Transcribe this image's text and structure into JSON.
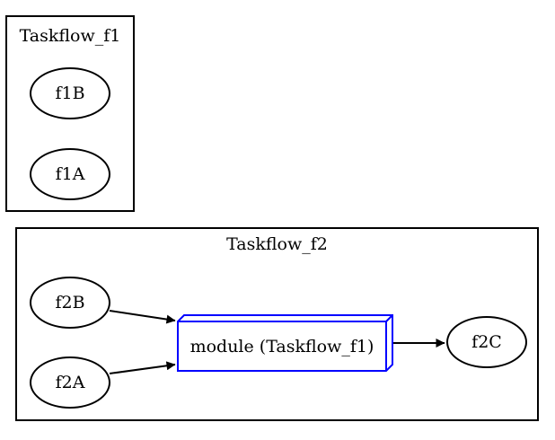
{
  "diagram": {
    "clusters": [
      {
        "id": "Taskflow_f1",
        "label": "Taskflow_f1",
        "nodes": [
          {
            "id": "f1B",
            "label": "f1B",
            "shape": "ellipse"
          },
          {
            "id": "f1A",
            "label": "f1A",
            "shape": "ellipse"
          }
        ]
      },
      {
        "id": "Taskflow_f2",
        "label": "Taskflow_f2",
        "nodes": [
          {
            "id": "f2B",
            "label": "f2B",
            "shape": "ellipse"
          },
          {
            "id": "f2A",
            "label": "f2A",
            "shape": "ellipse"
          },
          {
            "id": "module",
            "label": "module (Taskflow_f1)",
            "shape": "box3d"
          },
          {
            "id": "f2C",
            "label": "f2C",
            "shape": "ellipse"
          }
        ]
      }
    ],
    "edges": [
      {
        "from": "f2B",
        "to": "module"
      },
      {
        "from": "f2A",
        "to": "module"
      },
      {
        "from": "module",
        "to": "f2C"
      }
    ]
  },
  "colors": {
    "background": "#ffffff",
    "cluster_border": "#000000",
    "node_border": "#000000",
    "edge": "#000000",
    "module_border": "#0000ff",
    "text": "#000000"
  }
}
